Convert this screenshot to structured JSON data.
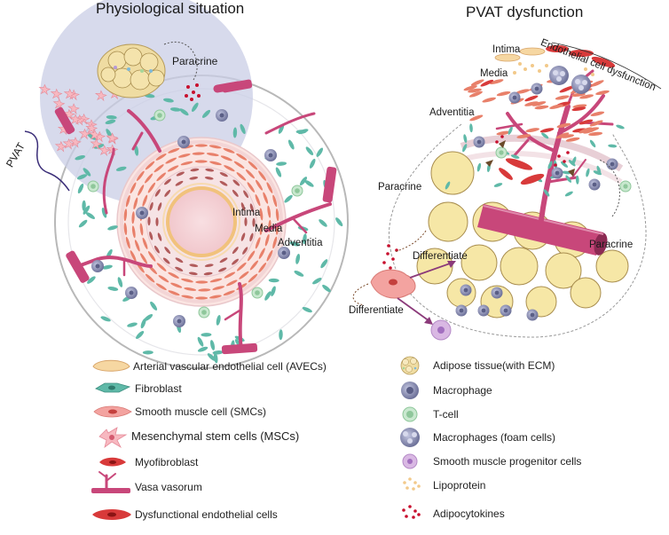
{
  "titles": {
    "left": "Physiological situation",
    "right": "PVAT dysfunction"
  },
  "left_labels": {
    "paracrine": "Paracrine",
    "pvat": "PVAT",
    "intima": "Intima",
    "media": "Media",
    "adventitia": "Adventitia"
  },
  "right_labels": {
    "intima": "Intima",
    "endothelial_dysfunction": "Endothelial cell dysfunction",
    "media": "Media",
    "adventitia": "Adventitia",
    "paracrine_left": "Paracrine",
    "paracrine_right": "Paracrine",
    "differentiate_top": "Differentiate",
    "differentiate_bottom": "Differentiate"
  },
  "legend": {
    "left": [
      {
        "label": "Arterial vascular endothelial cell (AVECs)",
        "icon": "avec-icon"
      },
      {
        "label": "Fibroblast",
        "icon": "fibroblast-icon"
      },
      {
        "label": "Smooth muscle cell (SMCs)",
        "icon": "smc-icon"
      },
      {
        "label": "Mesenchymal stem cells (MSCs)",
        "icon": "msc-icon"
      },
      {
        "label": "Myofibroblast",
        "icon": "myofibroblast-icon"
      },
      {
        "label": "Vasa vasorum",
        "icon": "vasa-vasorum-icon"
      },
      {
        "label": "Dysfunctional endothelial cells",
        "icon": "dysfunctional-endothelial-icon"
      }
    ],
    "right": [
      {
        "label": "Adipose tissue(with ECM)",
        "icon": "adipose-tissue-icon"
      },
      {
        "label": "Macrophage",
        "icon": "macrophage-icon"
      },
      {
        "label": "T-cell",
        "icon": "t-cell-icon"
      },
      {
        "label": "Macrophages (foam cells)",
        "icon": "foam-cell-icon"
      },
      {
        "label": "Smooth muscle progenitor cells",
        "icon": "smpc-icon"
      },
      {
        "label": "Lipoprotein",
        "icon": "lipoprotein-icon"
      },
      {
        "label": "Adipocytokines",
        "icon": "adipocytokines-icon"
      }
    ]
  },
  "colors": {
    "pvat_shade": "#c9cde6",
    "vessel": "#c8477a",
    "smc": "#e8806a",
    "fibroblast": "#5fb9a8",
    "adipocyte": "#f6e7a6",
    "macrophage": "#8a8fb6",
    "tcell": "#9fd3a9",
    "myofibroblast": "#d83a3a",
    "smpc": "#d9b8e3",
    "adipocytokine": "#c8102e"
  }
}
